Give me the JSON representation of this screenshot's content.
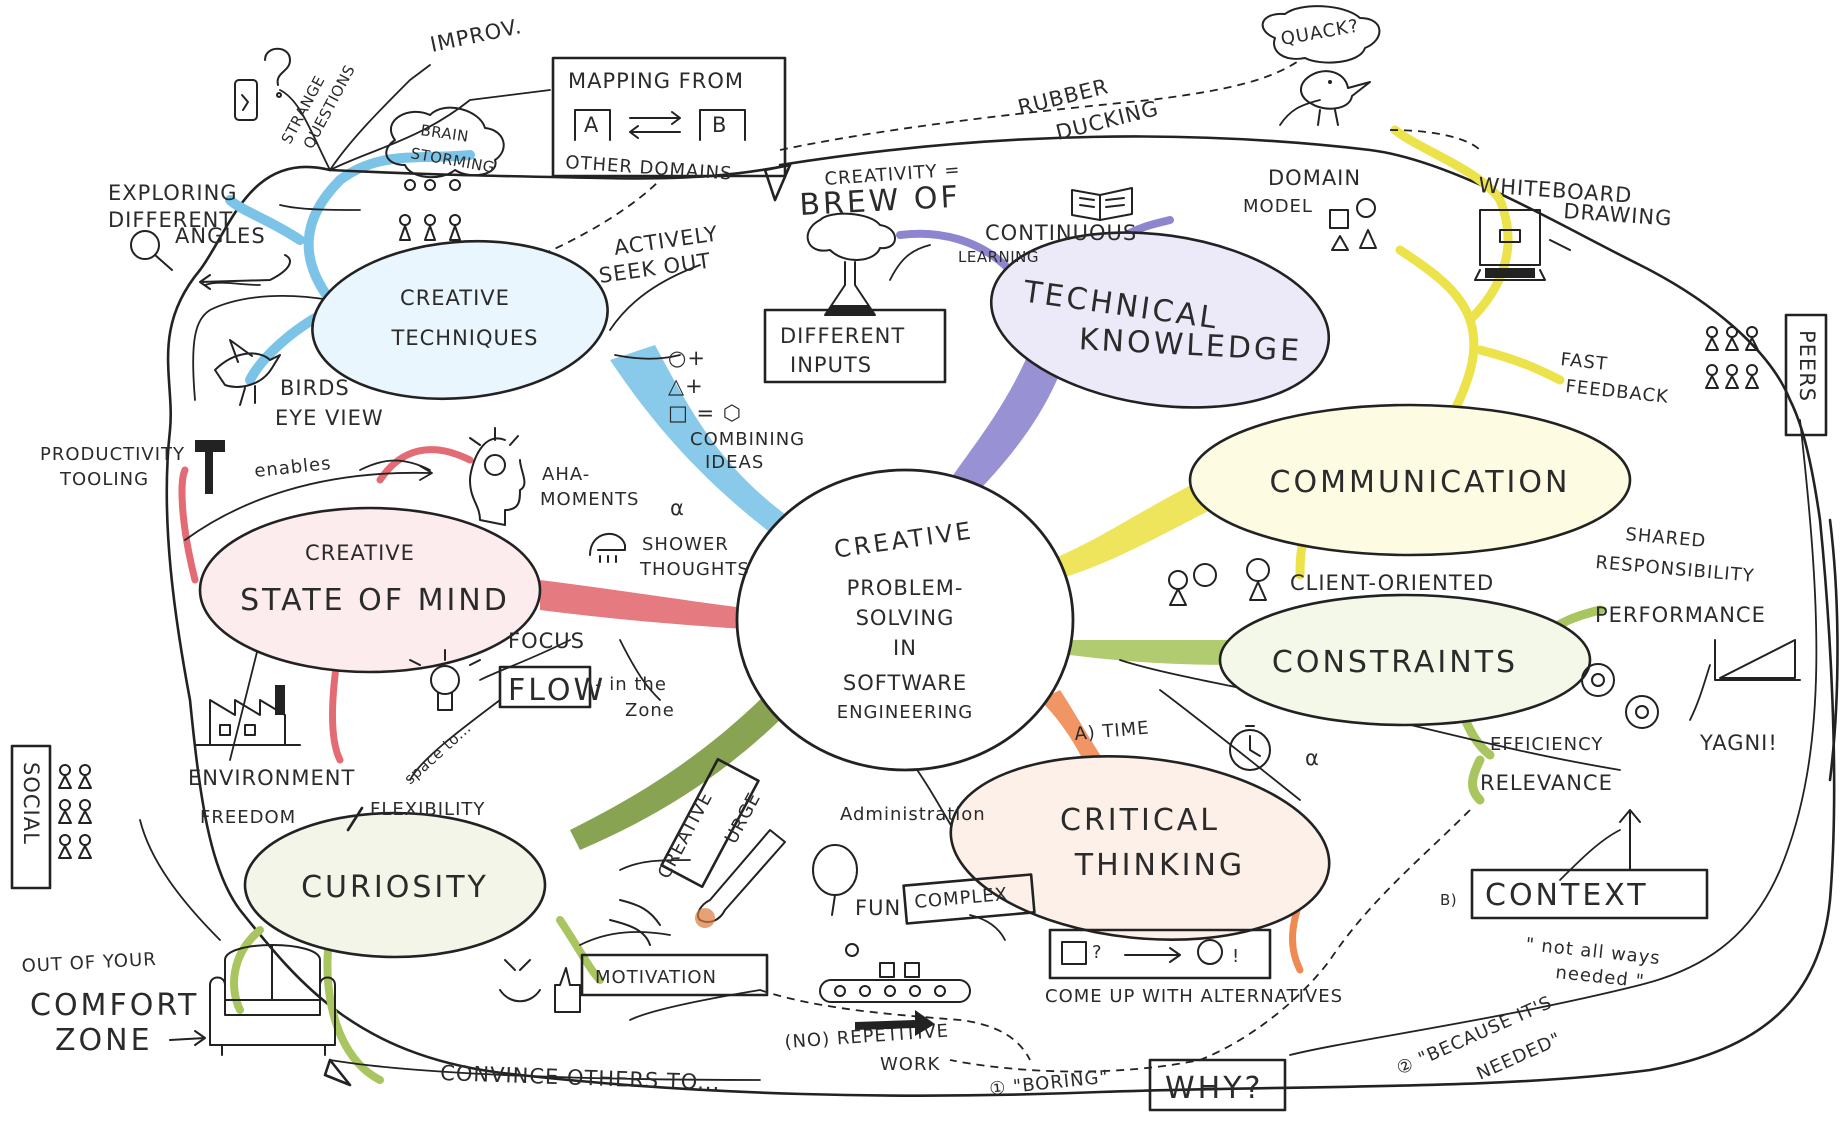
{
  "center": {
    "line1": "CREATIVE",
    "line2": "PROBLEM-",
    "line3": "SOLVING",
    "line4": "IN",
    "line5": "SOFTWARE",
    "line6": "ENGINEERING"
  },
  "colors": {
    "blue": "#7cc3e8",
    "purple": "#8d86cf",
    "yellow": "#ece24a",
    "green": "#a9c560",
    "orange": "#ee8a52",
    "olive": "#7b9a3f",
    "red": "#e36b73"
  },
  "branches": {
    "creative_techniques": {
      "title_1": "CREATIVE",
      "title_2": "TECHNIQUES",
      "actively_1": "ACTIVELY",
      "actively_2": "SEEK OUT",
      "combining_1": "COMBINING",
      "combining_2": "IDEAS",
      "birds_1": "BIRDS",
      "birds_2": "EYE VIEW",
      "exploring_1": "EXPLORING",
      "exploring_2": "DIFFERENT",
      "exploring_3": "ANGLES",
      "brainstorm_1": "BRAIN",
      "brainstorm_2": "STORMING",
      "strange_1": "STRANGE",
      "strange_2": "QUESTIONS",
      "improv": "IMPROV.",
      "mapping_1": "MAPPING FROM",
      "mapping_2": "OTHER DOMAINS",
      "box_a": "A",
      "box_b": "B"
    },
    "technical_knowledge": {
      "title_1": "TECHNICAL",
      "title_2": "KNOWLEDGE",
      "creativity_1": "CREATIVITY =",
      "creativity_2": "BREW OF",
      "inputs_1": "DIFFERENT",
      "inputs_2": "INPUTS",
      "learning_1": "CONTINUOUS",
      "learning_2": "LEARNING",
      "domain_1": "DOMAIN",
      "domain_2": "MODEL"
    },
    "communication": {
      "title": "COMMUNICATION",
      "rubber_1": "RUBBER",
      "rubber_2": "DUCKING",
      "quack": "QUACK?",
      "whiteboard_1": "WHITEBOARD",
      "whiteboard_2": "DRAWING",
      "fast_1": "FAST",
      "fast_2": "FEEDBACK",
      "peers": "PEERS",
      "shared_1": "SHARED",
      "shared_2": "RESPONSIBILITY",
      "client": "CLIENT-ORIENTED"
    },
    "constraints": {
      "title": "CONSTRAINTS",
      "performance": "PERFORMANCE",
      "efficiency": "EFFICIENCY",
      "yagni": "YAGNI!",
      "relevance": "RELEVANCE",
      "time": "A) TIME",
      "context": "CONTEXT",
      "context_prefix": "B)",
      "context_note_1": "\" not all ways",
      "context_note_2": "needed \"",
      "because_1": "② \"BECAUSE IT'S",
      "because_2": "NEEDED\""
    },
    "critical_thinking": {
      "title_1": "CRITICAL",
      "title_2": "THINKING",
      "alternatives": "COME UP WITH ALTERNATIVES",
      "why": "WHY?",
      "boring": "① \"BORING\""
    },
    "curiosity": {
      "title": "CURIOSITY",
      "urge_1": "CREATIVE",
      "urge_2": "URGE",
      "administration": "Administration",
      "fun": "FUN",
      "complex": "COMPLEX",
      "motivation": "MOTIVATION",
      "repetitive_1": "(NO) REPETITIVE",
      "repetitive_2": "WORK",
      "convince": "CONVINCE OTHERS TO...",
      "comfort_1": "OUT OF YOUR",
      "comfort_2": "COMFORT",
      "comfort_3": "ZONE"
    },
    "state_of_mind": {
      "title_1": "CREATIVE",
      "title_2": "STATE OF MIND",
      "productivity_1": "PRODUCTIVITY",
      "productivity_2": "TOOLING",
      "enables": "enables",
      "aha_1": "AHA-",
      "aha_2": "MOMENTS",
      "shower_1": "SHOWER",
      "shower_2": "THOUGHTS",
      "focus": "FOCUS",
      "flow": "FLOW",
      "zone_1": "- in the",
      "zone_2": "Zone",
      "space": "space to...",
      "environment": "ENVIRONMENT",
      "freedom": "FREEDOM",
      "flexibility": "FLEXIBILITY",
      "social": "SOCIAL"
    }
  }
}
